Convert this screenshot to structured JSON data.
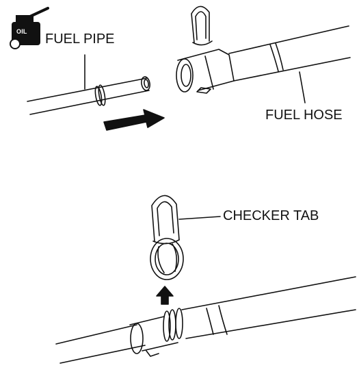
{
  "labels": {
    "fuel_pipe": "FUEL PIPE",
    "fuel_hose": "FUEL HOSE",
    "checker_tab": "CHECKER TAB"
  },
  "icon": {
    "name": "oil-can-icon",
    "text": "OIL"
  },
  "colors": {
    "ink": "#111111",
    "background": "#ffffff"
  }
}
